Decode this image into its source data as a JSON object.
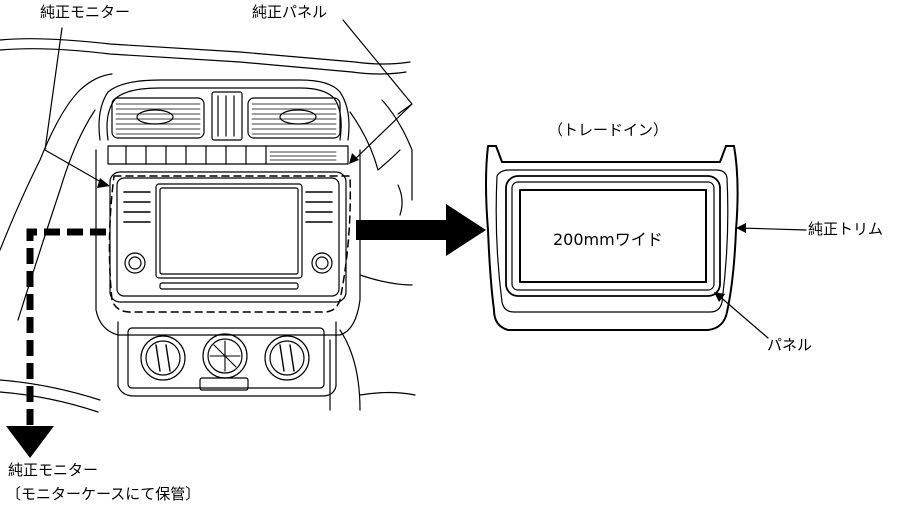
{
  "labels": {
    "oem_monitor_top": "純正モニター",
    "oem_panel": "純正パネル",
    "trade_in": "（トレードイン）",
    "monitor_size": "200mmワイド",
    "oem_trim": "純正トリム",
    "panel": "パネル",
    "oem_monitor_bottom": "純正モニター",
    "storage_note": "〔モニターケースにて保管〕"
  },
  "colors": {
    "line": "#000000",
    "background": "#ffffff"
  }
}
